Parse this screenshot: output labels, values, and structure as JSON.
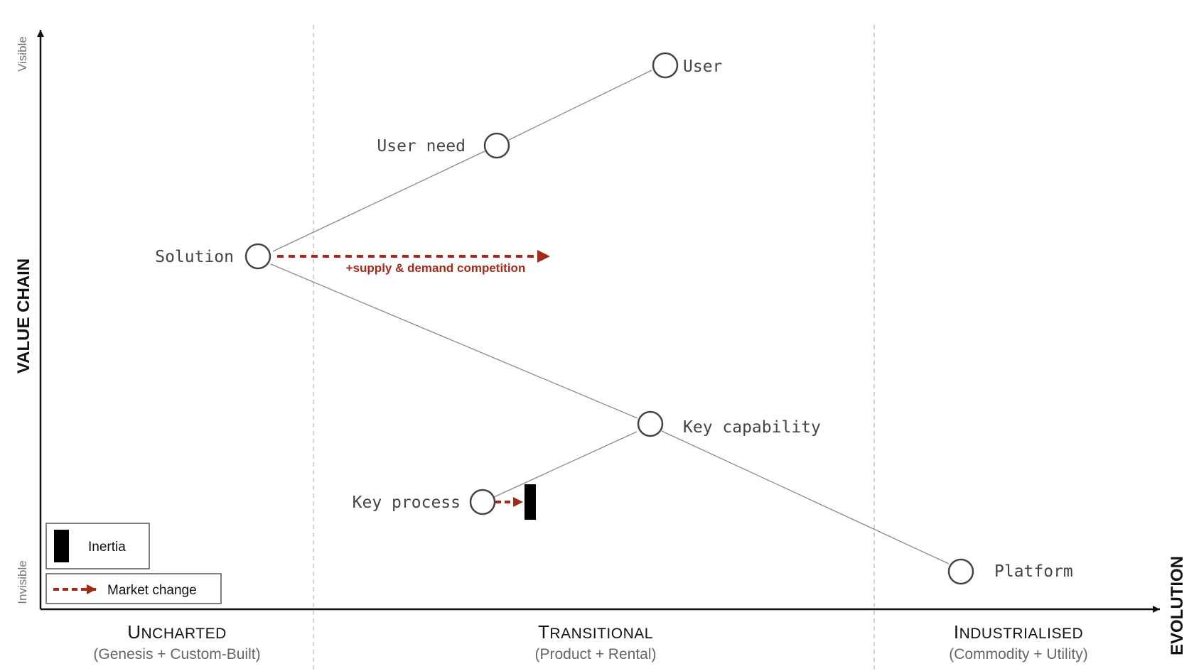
{
  "axes": {
    "y_title": "VALUE CHAIN",
    "y_top": "Visible",
    "y_bottom": "Invisible",
    "x_title": "EVOLUTION"
  },
  "phases": [
    {
      "cap": "U",
      "rest": "NCHARTED",
      "sub": "(Genesis + Custom-Built)"
    },
    {
      "cap": "T",
      "rest": "RANSITIONAL",
      "sub": "(Product + Rental)"
    },
    {
      "cap": "I",
      "rest": "NDUSTRIALISED",
      "sub": "(Commodity + Utility)"
    }
  ],
  "components": {
    "user": {
      "label": "User"
    },
    "user_need": {
      "label": "User need"
    },
    "solution": {
      "label": "Solution"
    },
    "key_capability": {
      "label": "Key capability"
    },
    "key_process": {
      "label": "Key process"
    },
    "platform": {
      "label": "Platform"
    }
  },
  "market_change": {
    "label": "+supply & demand competition"
  },
  "legend": {
    "inertia": "Inertia",
    "market_change": "Market change"
  },
  "colors": {
    "accent": "#a52a1a",
    "node_stroke": "#444444",
    "link": "#8a8a8a",
    "inertia": "#000000"
  }
}
